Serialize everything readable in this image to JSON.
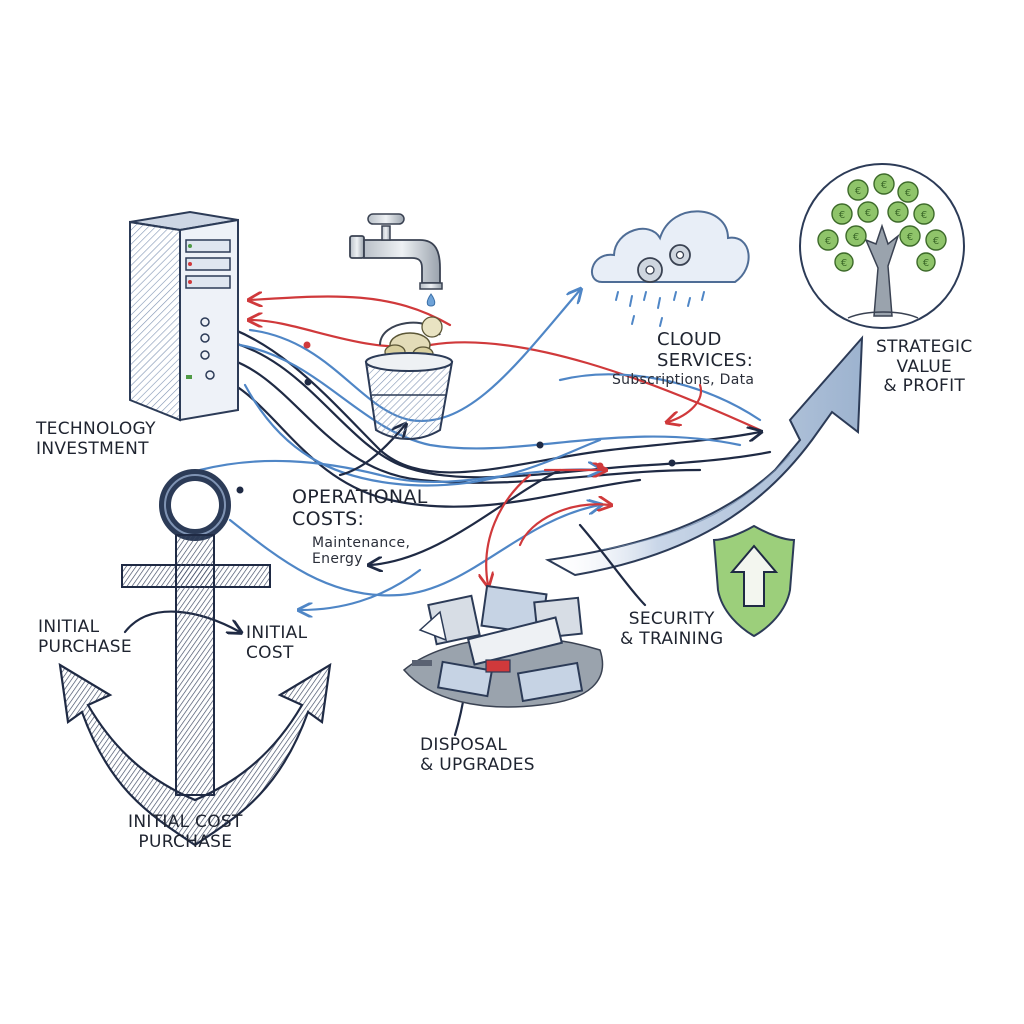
{
  "labels": {
    "technology_investment": [
      "TECHNOLOGY",
      "INVESTMENT"
    ],
    "operational_costs": [
      "OPERATIONAL",
      "COSTS:"
    ],
    "operational_costs_detail": [
      "Maintenance,",
      "Energy"
    ],
    "cloud_services": [
      "CLOUD",
      "SERVICES:"
    ],
    "cloud_services_detail": "Subscriptions, Data",
    "strategic_value": [
      "STRATEGIC",
      "VALUE",
      "& PROFIT"
    ],
    "initial_purchase": [
      "INITIAL",
      "PURCHASE"
    ],
    "initial_cost": [
      "INITIAL",
      "COST"
    ],
    "initial_cost_purchase": [
      "INITIAL COST",
      "PURCHASE"
    ],
    "security_training": [
      "SECURITY",
      "& TRAINING"
    ],
    "disposal_upgrades": [
      "DISPOSAL",
      "& UPGRADES"
    ]
  },
  "icons": {
    "server": "server-rack-icon",
    "faucet": "water-faucet-icon",
    "bucket": "coin-bucket-icon",
    "cloud": "cloud-gears-icon",
    "tree": "money-tree-icon",
    "anchor": "anchor-icon",
    "shield": "shield-up-arrow-icon",
    "ewaste": "electronic-waste-pile-icon",
    "arrow": "growth-arrow-icon"
  },
  "colors": {
    "ink": "#1f2a44",
    "blue": "#4f86c6",
    "red": "#d0393b",
    "green": "#8fc46a",
    "shield_green": "#9ccf7b"
  }
}
